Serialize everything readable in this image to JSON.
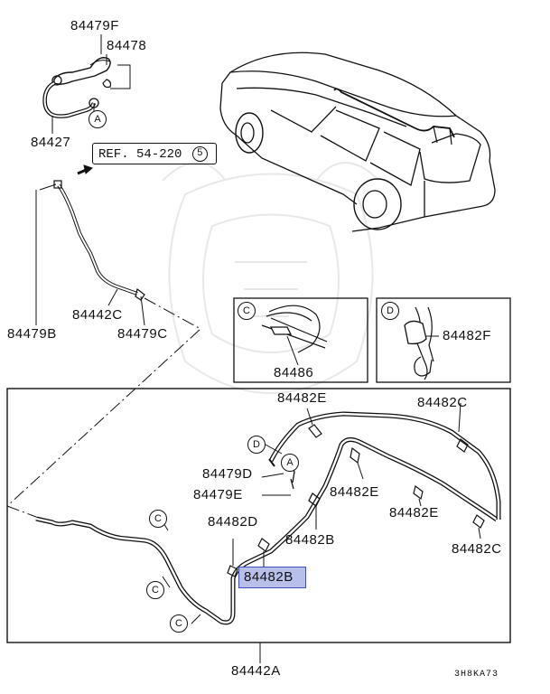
{
  "reference": {
    "text": "REF. 54-220",
    "circled": "5"
  },
  "labels": {
    "p84479F": "84479F",
    "p84478": "84478",
    "p84427": "84427",
    "p84479B": "84479B",
    "p84442C": "84442C",
    "p84479C": "84479C",
    "p84486": "84486",
    "p84482F": "84482F",
    "p84482E_top": "84482E",
    "p84482C_top": "84482C",
    "p84479D": "84479D",
    "p84479E": "84479E",
    "p84482E_mid": "84482E",
    "p84482E_right": "84482E",
    "p84482D": "84482D",
    "p84482B_right": "84482B",
    "p84482B_highlight": "84482B",
    "p84482C_right": "84482C",
    "p84442A": "84442A"
  },
  "callouts": {
    "a_upper": "A",
    "a_lower": "A",
    "c_box": "C",
    "d_box": "D",
    "d_main": "D",
    "c1": "C",
    "c2": "C",
    "c3": "C"
  },
  "diagram_code": "3H8KA73",
  "highlight_color": "#b8bfe8"
}
